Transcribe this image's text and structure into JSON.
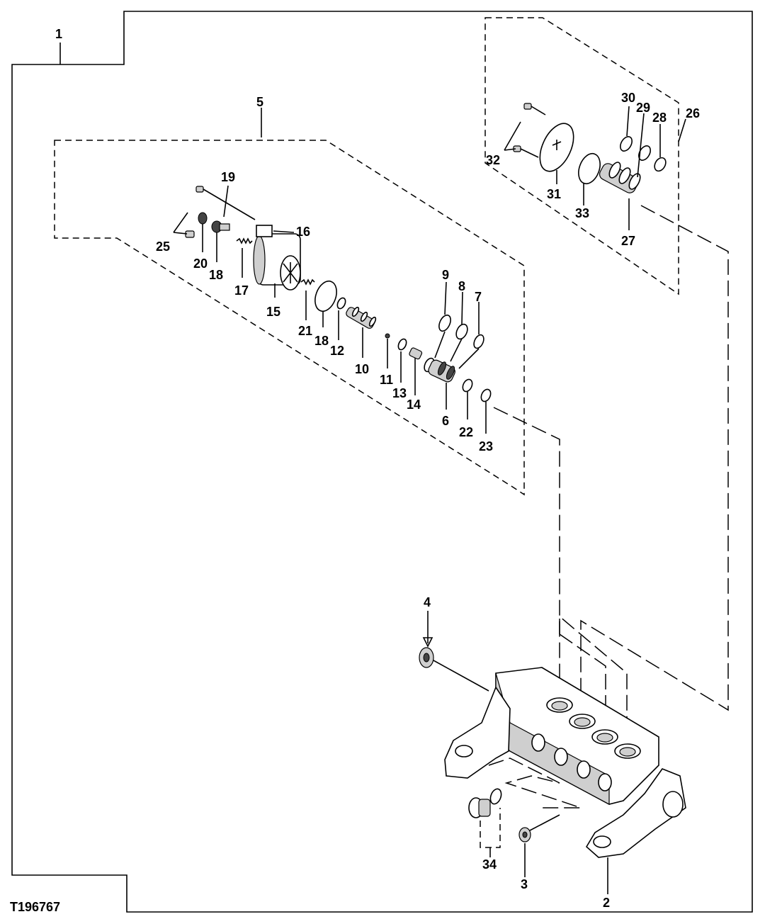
{
  "figure_id": "T196767",
  "callouts": {
    "c1": "1",
    "c2": "2",
    "c3": "3",
    "c4": "4",
    "c5": "5",
    "c6": "6",
    "c7": "7",
    "c8": "8",
    "c9": "9",
    "c10": "10",
    "c11": "11",
    "c12": "12",
    "c13": "13",
    "c14": "14",
    "c15": "15",
    "c16": "16",
    "c17": "17",
    "c18a": "18",
    "c18b": "18",
    "c19": "19",
    "c20": "20",
    "c21": "21",
    "c22": "22",
    "c23": "23",
    "c25": "25",
    "c26": "26",
    "c27": "27",
    "c28": "28",
    "c29": "29",
    "c30": "30",
    "c31": "31",
    "c32": "32",
    "c33": "33",
    "c34": "34"
  }
}
